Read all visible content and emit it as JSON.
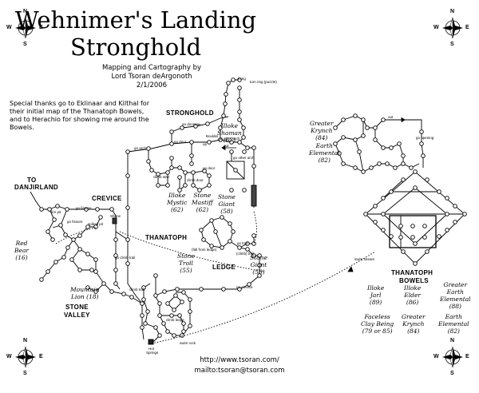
{
  "header": {
    "title_line1": "Wehnimer's Landing",
    "title_line2": "Stronghold",
    "credit_line1": "Mapping and Cartography by",
    "credit_line2": "Lord Tsoran deArgonoth",
    "credit_line3": "2/1/2006",
    "thanks_line1": "Special thanks go to Eklinaar and Kilthal for",
    "thanks_line2": "their initial map of the Thanatoph Bowels,",
    "thanks_line3": "and to Herachio for showing me around the",
    "thanks_line4": "Bowels."
  },
  "compass": {
    "n": "N",
    "s": "S",
    "e": "E",
    "w": "W"
  },
  "regions": {
    "to_danjirland_1": "TO",
    "to_danjirland_2": "DANJIRLAND",
    "crevice": "CREVICE",
    "stronghold": "STRONGHOLD",
    "thanatoph": "THANATOPH",
    "ledge": "LEDGE",
    "stone_valley_1": "STONE",
    "stone_valley_2": "VALLEY",
    "thanatoph_bowels_1": "THANATOPH",
    "thanatoph_bowels_2": "BOWELS"
  },
  "creatures": {
    "red_bear": [
      "Red",
      "Bear",
      "(16)"
    ],
    "mountain_lion": [
      "Mountain",
      "Lion (18)"
    ],
    "illoke_shaman": [
      "Illoke",
      "Shaman",
      "(67)"
    ],
    "illoke_mystic": [
      "Illoke",
      "Mystic",
      "(62)"
    ],
    "stone_mastiff": [
      "Stone",
      "Mastiff",
      "(62)"
    ],
    "stone_giant_top": [
      "Stone",
      "Giant",
      "(58)"
    ],
    "stone_troll": [
      "Stone",
      "Troll",
      "(55)"
    ],
    "stone_giant_ledge": [
      "Stone",
      "Giant",
      "(58)"
    ],
    "greater_krynch_top": [
      "Greater",
      "Krynch",
      "(84)"
    ],
    "earth_elemental_top": [
      "Earth",
      "Elemental",
      "(82)"
    ],
    "illoke_jarl": [
      "Illoke",
      "Jarl",
      "(89)"
    ],
    "illoke_elder": [
      "Illoke",
      "Elder",
      "(86)"
    ],
    "greater_earth_elemental": [
      "Greater",
      "Earth",
      "Elemental",
      "(88)"
    ],
    "faceless_clay_being": [
      "Faceless",
      "Clay Being",
      "(79 or 85)"
    ],
    "greater_krynch_bottom": [
      "Greater",
      "Krynch",
      "(84)"
    ],
    "earth_elemental_bottom": [
      "Earth",
      "Elemental",
      "(82)"
    ]
  },
  "small_labels": {
    "thing": "thing",
    "turn_ring": "turn ring (puzzle)",
    "go_doorway": "go doorway",
    "boulder": "Boulder",
    "go_other_arch_1": "go other arch",
    "go_door_1": "go door",
    "go_arch": "go arch",
    "out_1": "out",
    "climb_stair": "climb stair",
    "go_door_2": "go door",
    "climb_door": "climb door",
    "go_other_arch_2": "go other arch",
    "go_fissure_1": "go fissure",
    "fire_pit": "fire pit",
    "go_fissure_2": "go fissure",
    "spiked_pit": "spiked pit",
    "shrine": "Shrine",
    "fall_from_ledge": "(fall from ledge)",
    "go_trail": "go trail",
    "climb_trail": "(climb) trail",
    "go_crevice": "go crevice",
    "climb_trail_2": "climb trail",
    "climb_ledge": "climb ledge",
    "hot_springs_1": "Hot",
    "hot_springs_2": "Springs",
    "swim_rock": "swim rock",
    "swim_stream": "swim stream",
    "out_2": "out",
    "go_opening": "go opening",
    "up_1": "up",
    "climb_trail_vertical": "go climb trail"
  },
  "footer": {
    "url": "http://www.tsoran.com/",
    "mail": "mailto:tsoran@tsoran.com"
  }
}
